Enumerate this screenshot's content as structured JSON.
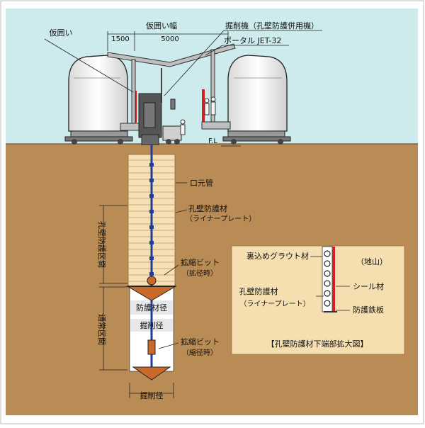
{
  "labels": {
    "kakoi": "仮囲い",
    "kakoi_haba": "仮囲い幅",
    "dim_1500": "1500",
    "dim_5000": "5000",
    "kussakuki": "掘削機（孔壁防護併用機）",
    "portal": "ポータル JET-32",
    "fl": "F.L",
    "kuchimoto": "口元管",
    "liner_1": "孔壁防護材",
    "liner_2": "（ライナープレート）",
    "kakukei_bit_1": "拡縮ビット",
    "kakukei_bit_1b": "（拡径時）",
    "kakukei_bit_2": "拡縮ビット",
    "kakukei_bit_2b": "（縮径時）",
    "bougo_kukan": "孔壁防護区間",
    "tsujo_kukan": "通常区間",
    "bougo_kei": "防護材径",
    "kussaku_kei_1": "掘削径",
    "kussaku_kei_2": "掘削径"
  },
  "detail": {
    "grout": "裏込めグラウト材",
    "jiyama": "（地山）",
    "seal": "シール材",
    "liner_1": "孔壁防護材",
    "liner_2": "（ライナープレート）",
    "tetsuban": "防護鉄板",
    "caption": "【孔壁防護材下端部拡大図】"
  },
  "colors": {
    "sky": "#cdebed",
    "ground": "#b98c55",
    "liner": "#f6e0b4",
    "detail_bg": "#f5deb0",
    "bit": "#c96a2a",
    "red": "#d62020"
  }
}
